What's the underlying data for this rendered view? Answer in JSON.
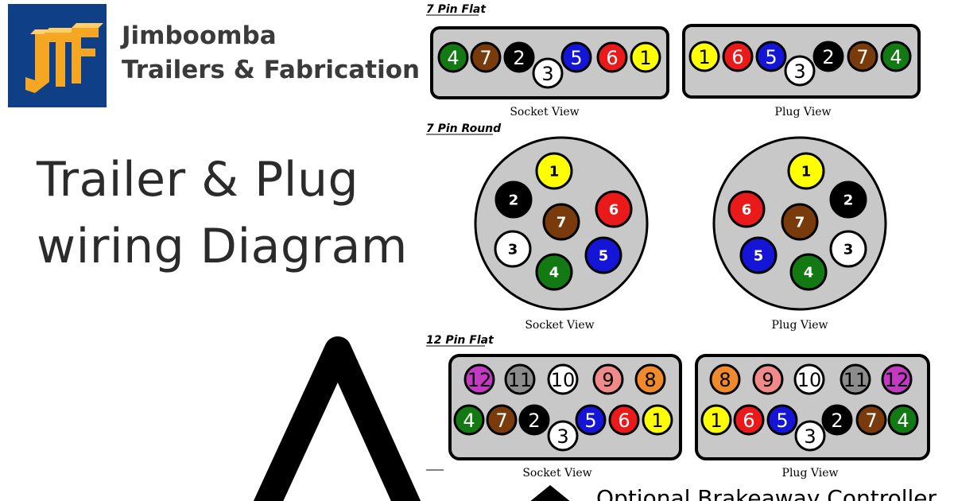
{
  "brand": {
    "line1": "Jimboomba",
    "line2": "Trailers & Fabrication"
  },
  "headline": {
    "line1": "Trailer & Plug",
    "line2": "wiring Diagram"
  },
  "sections": {
    "pin7_flat": "7 Pin Flat",
    "pin7_round": "7 Pin Round",
    "pin12_flat": "12 Pin Flat"
  },
  "captions": {
    "socket": "Socket View",
    "plug": "Plug View"
  },
  "bottom_label": "Optional Brakeaway Controller",
  "colors": {
    "logo_bg": "#0f3f86",
    "logo_orange": "#f5a623",
    "connector_fill": "#c8c8c8",
    "pin1": "#ffff00",
    "pin2": "#000000",
    "pin3": "#ffffff",
    "pin4": "#137a13",
    "pin5": "#1515d8",
    "pin6": "#ea1a1a",
    "pin7": "#7a3b0c",
    "pin8": "#f08a2a",
    "pin9": "#f08a8a",
    "pin10": "#ffffff",
    "pin11": "#8c8c8c",
    "pin12": "#c13ac1"
  },
  "icons": [
    "jtf-logo",
    "arrow-icon"
  ]
}
